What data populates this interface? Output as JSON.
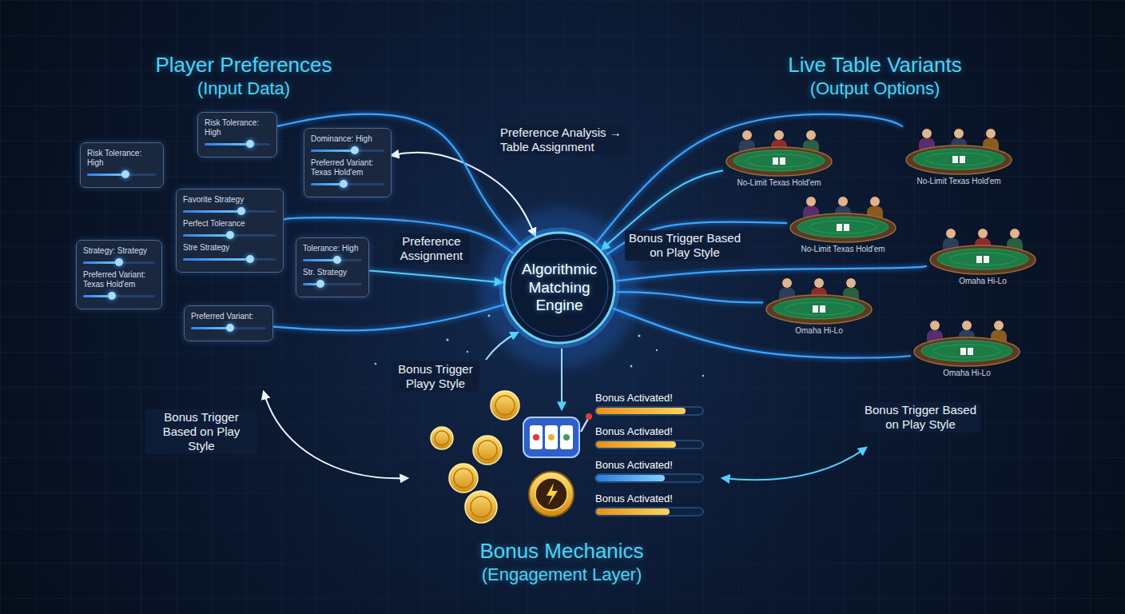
{
  "diagram": {
    "nodes": [
      {
        "text": [
          "Risk Tolerance: High"
        ]
      },
      {
        "text": [
          "Risk Tolerance: High"
        ]
      },
      {
        "text": [
          "Dominance: High",
          "Preferred Variant: Texas Hold'em"
        ]
      },
      {
        "text": [
          "Favorite Strategy",
          "Perfect Tolerance",
          "Stre Strategy"
        ]
      },
      {
        "text": [
          "Strategy: Strategy",
          "Preferred Variant: Texas Hold'em"
        ]
      },
      {
        "text": [
          "Tolerance: High",
          "Str. Strategy"
        ]
      },
      {
        "text": [
          "Preferred Variant:"
        ]
      },
      {
        "text": [
          "Algorithmic Matching Engine"
        ]
      },
      {
        "text": [
          "No-Limit Texas Hold'em"
        ]
      },
      {
        "text": [
          "No-Limit Texas Hold'em"
        ]
      },
      {
        "text": [
          "No-Limit Texas Hold'em"
        ]
      },
      {
        "text": [
          "Omaha Hi-Lo"
        ]
      },
      {
        "text": [
          "Omaha Hi-Lo"
        ]
      },
      {
        "text": [
          "Omaha Hi-Lo"
        ]
      }
    ],
    "edges": [
      {
        "from": 2,
        "to": 7,
        "arrow": "both"
      },
      {
        "from": 5,
        "to": 7,
        "arrow": "to"
      },
      {
        "from": 8,
        "to": 7,
        "arrow": "to"
      },
      {
        "from": 1,
        "to": 7,
        "arrow": "none"
      },
      {
        "from": 3,
        "to": 7,
        "arrow": "none"
      },
      {
        "from": 6,
        "to": 7,
        "arrow": "none"
      },
      {
        "from": 7,
        "to": 9,
        "arrow": "none"
      },
      {
        "from": 7,
        "to": 10,
        "arrow": "none"
      },
      {
        "from": 7,
        "to": 11,
        "arrow": "none"
      },
      {
        "from": 7,
        "to": 12,
        "arrow": "none"
      },
      {
        "from": 7,
        "to": 13,
        "arrow": "none"
      }
    ],
    "labels": [
      "Player Preferences",
      "(Input Data)",
      "Live Table Variants",
      "(Output Options)",
      "Preference Analysis → Table Assignment",
      "Preference Assignment",
      "Bonus Trigger Based on Play Style",
      "Bonus Trigger Playy Style",
      "Bonus Trigger Based on Play Style",
      "Bonus Trigger Based on Play Style",
      "Bonus Activated!",
      "Bonus Activated!",
      "Bonus Activated!",
      "Bonus Activated!",
      "Bonus Mechanics",
      "(Engagement Layer)"
    ]
  }
}
